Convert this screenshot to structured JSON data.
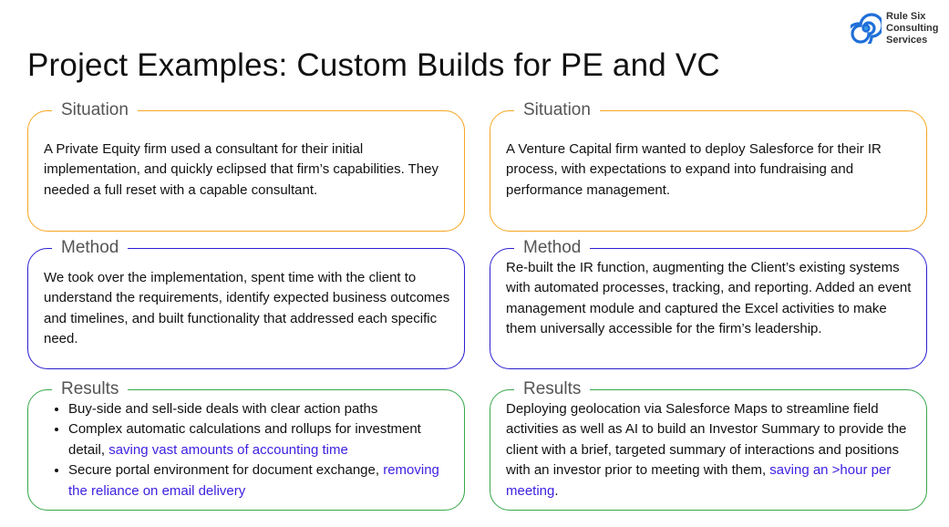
{
  "logo": {
    "icon": "spiral-logo-icon",
    "lines": [
      "Rule Six",
      "Consulting",
      "Services"
    ],
    "colors": [
      "#1f6fd8",
      "#38a0e8"
    ]
  },
  "title": "Project Examples: Custom Builds for PE and VC",
  "colors": {
    "situation": "#f5a623",
    "method": "#2a1fd1",
    "results": "#37a84a",
    "highlight": "#3b1fe0"
  },
  "pe": {
    "situation": {
      "label": "Situation",
      "text": "A Private Equity firm used a consultant for their initial implementation, and quickly eclipsed that firm’s capabilities. They needed a full reset with a capable consultant."
    },
    "method": {
      "label": "Method",
      "text": "We took over the implementation, spent time with the client to understand the requirements, identify expected business outcomes and timelines, and built functionality that addressed each specific need."
    },
    "results": {
      "label": "Results",
      "bullets": [
        {
          "text": "Buy-side and sell-side deals with clear action paths",
          "highlight": ""
        },
        {
          "text": "Complex automatic calculations and rollups for investment detail, ",
          "highlight": "saving vast amounts of accounting time"
        },
        {
          "text": "Secure portal environment for document exchange, ",
          "highlight": "removing the reliance on email delivery"
        }
      ]
    }
  },
  "vc": {
    "situation": {
      "label": "Situation",
      "text": "A Venture Capital firm wanted to deploy Salesforce for their IR process, with expectations to expand into fundraising and performance management."
    },
    "method": {
      "label": "Method",
      "text": "Re-built the IR function, augmenting the Client’s existing systems with automated processes, tracking, and reporting. Added an event management module and captured the Excel activities to make them universally accessible for the firm’s leadership."
    },
    "results": {
      "label": "Results",
      "text": "Deploying geolocation via Salesforce Maps to streamline field activities as well as AI to build an Investor Summary to provide the client with a brief, targeted summary of interactions and positions with an investor prior to meeting with them, ",
      "highlight": "saving an >hour per meeting",
      "tail": "."
    }
  }
}
